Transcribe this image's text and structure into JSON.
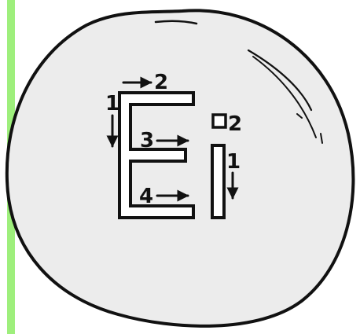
{
  "colors": {
    "ink": "#111111",
    "egg_fill": "#ececec",
    "green_bar": "#9eef7c",
    "background": "#ffffff"
  },
  "letters": [
    "E",
    "i"
  ],
  "labels": {
    "e_stroke_1": "1",
    "e_stroke_2": "2",
    "e_stroke_3": "3",
    "e_stroke_4": "4",
    "i_dot": "2",
    "i_stem": "1"
  },
  "icons": {
    "arrow_right": "arrow-right-icon",
    "arrow_down": "arrow-down-icon",
    "dot_square": "square-icon"
  }
}
